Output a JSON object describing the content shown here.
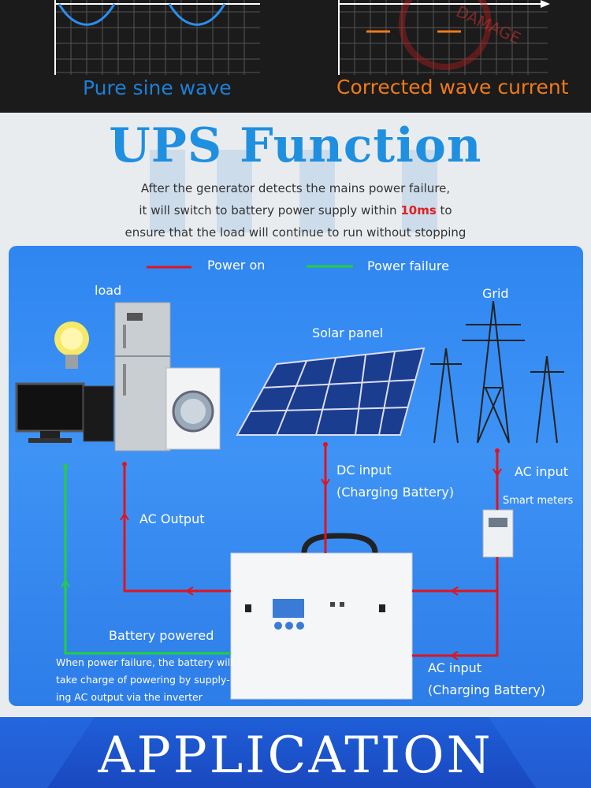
{
  "top_banner": {
    "left_caption": "Pure sine wave",
    "right_caption": "Corrected wave current",
    "watermark": "DAMAGE",
    "colors": {
      "left_caption": "#1c7fd6",
      "right_caption": "#f07a1a",
      "wave": "#2a8ff0",
      "square": "#f07a1a"
    }
  },
  "ups": {
    "title": "UPS Function",
    "desc_line1": "After the generator detects the mains power failure,",
    "desc_line2_pre": "it will switch to battery power supply within ",
    "desc_line2_hl": "10ms",
    "desc_line2_post": " to",
    "desc_line3": "ensure that the load will continue to run without stopping"
  },
  "diagram": {
    "legend_power_on": "Power on",
    "legend_power_failure": "Power failure",
    "label_load": "load",
    "label_grid": "Grid",
    "label_solar": "Solar panel",
    "label_dc_input": "DC input",
    "label_dc_charging": "(Charging Battery)",
    "label_ac_input_top": "AC input",
    "label_smart_meters": "Smart meters",
    "label_ac_output": "AC Output",
    "label_battery_powered": "Battery powered",
    "note_line1": "When power failure, the battery will",
    "note_line2": "take charge of powering by supply-",
    "note_line3": "ing AC output via the inverter",
    "label_ac_input_bottom": "AC input",
    "label_ac_charging": "(Charging Battery)",
    "colors": {
      "power_on": "#e0141e",
      "power_failure": "#22d03a",
      "background": "#3a8ef2"
    }
  },
  "footer": {
    "title": "APPLICATION"
  }
}
